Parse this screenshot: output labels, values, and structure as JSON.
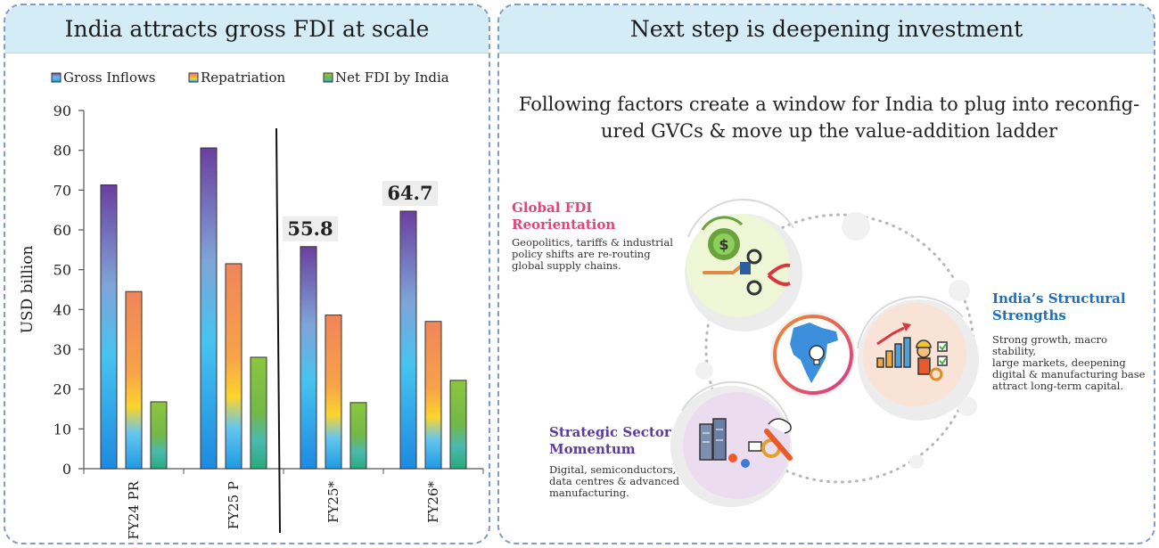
{
  "left_panel": {
    "title": "India attracts gross FDI at scale"
  },
  "right_panel": {
    "title": "Next step is deepening investment",
    "intro": "Following factors create a window for India to plug into reconfig-ured GVCs & move up the value-addition ladder",
    "factors": [
      {
        "title_line1": "Global FDI",
        "title_line2": "Reorientation",
        "desc_lines": [
          "Geopolitics, tariffs & industrial",
          "policy shifts are re-routing",
          "global supply chains."
        ],
        "color": "#e0457b",
        "icon": "money-exchange-gear-icon"
      },
      {
        "title_line1": "India’s Structural",
        "title_line2": "Strengths",
        "desc_lines": [
          "Strong growth, macro stability,",
          "large markets, deepening",
          "digital & manufacturing base",
          "attract long-term capital."
        ],
        "color": "#1f6fb8",
        "icon": "growth-chart-worker-icon"
      },
      {
        "title_line1": "Strategic Sector",
        "title_line2": "Momentum",
        "desc_lines": [
          "Digital, semiconductors,",
          "data centres & advanced",
          "manufacturing."
        ],
        "color": "#5a3d9e",
        "icon": "server-team-tools-icon"
      }
    ],
    "center_icon": "india-map-idea-icon"
  },
  "chart_data": {
    "type": "bar",
    "ylabel": "USD billion",
    "ylim": [
      0,
      90
    ],
    "yticks": [
      0,
      10,
      20,
      30,
      40,
      50,
      60,
      70,
      80,
      90
    ],
    "categories": [
      "FY24 PR",
      "FY25 P",
      "FY25*",
      "FY26*"
    ],
    "series": [
      {
        "name": "Gross Inflows",
        "values": [
          71.3,
          80.6,
          55.8,
          64.7
        ],
        "color": "#3f63c9"
      },
      {
        "name": "Repatriation",
        "values": [
          44.5,
          51.5,
          38.6,
          37.0
        ],
        "color": "#f58f3b"
      },
      {
        "name": "Net FDI by India",
        "values": [
          16.8,
          28.0,
          16.6,
          22.2
        ],
        "color": "#6cb33f"
      }
    ],
    "callouts": [
      {
        "category": "FY25*",
        "text": "55.8"
      },
      {
        "category": "FY26*",
        "text": "64.7"
      }
    ],
    "divider_after_category": "FY25 P",
    "legend_position": "top",
    "grid": false
  }
}
